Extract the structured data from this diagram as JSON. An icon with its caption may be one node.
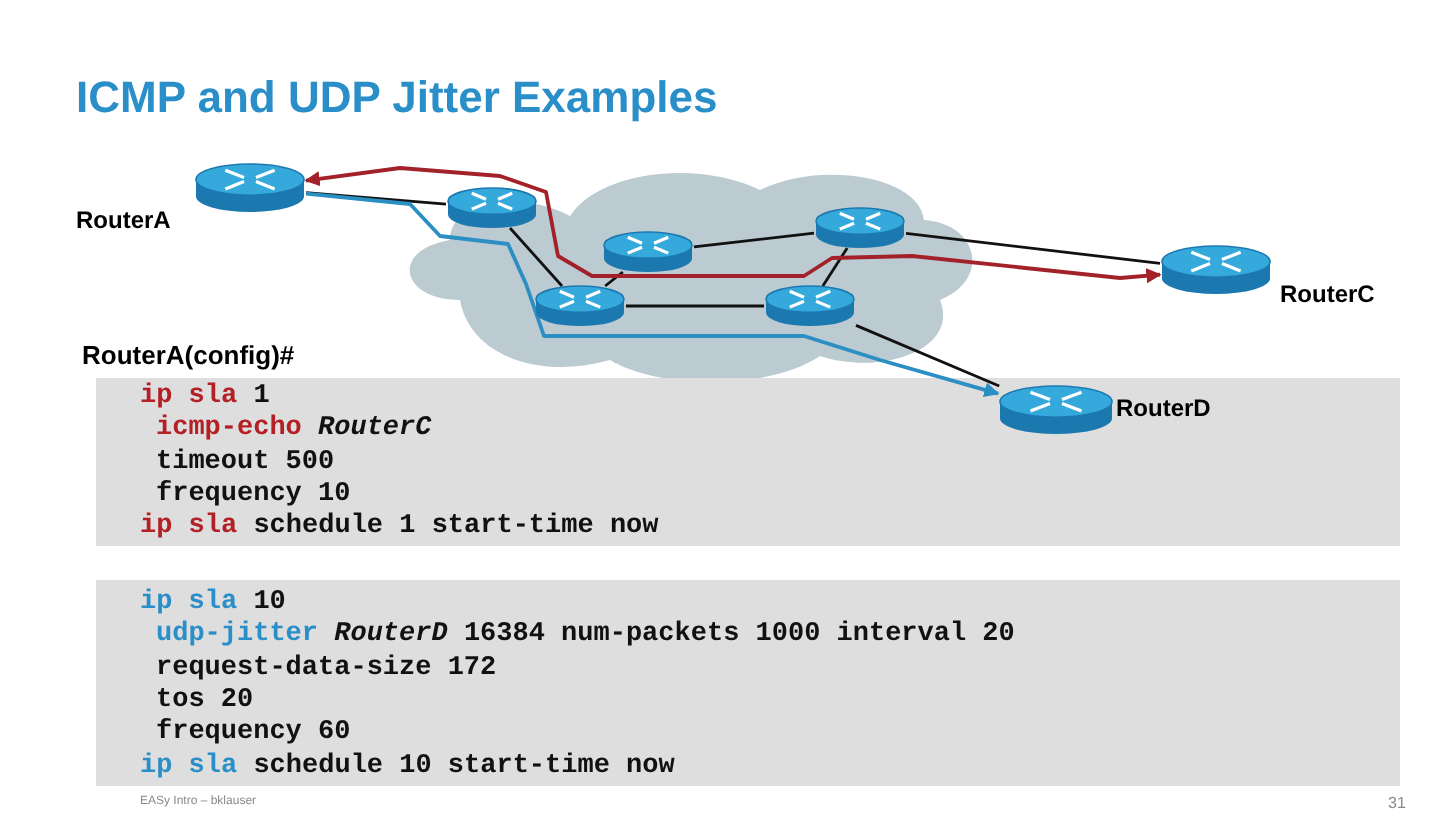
{
  "diagram": {
    "title": "ICMP and UDP Jitter Examples",
    "nodes": [
      {
        "text": [
          "RouterA"
        ]
      },
      {
        "text": [],
        "shape": "picture"
      },
      {
        "text": [],
        "shape": "picture"
      },
      {
        "text": [],
        "shape": "picture"
      },
      {
        "text": [],
        "shape": "picture"
      },
      {
        "text": [],
        "shape": "picture"
      },
      {
        "text": [
          "RouterC"
        ]
      },
      {
        "text": [
          "RouterD"
        ]
      }
    ],
    "edges": [
      {
        "from": 0,
        "to": 1,
        "arrow": "none"
      },
      {
        "from": 1,
        "to": 4,
        "arrow": "none"
      },
      {
        "from": 4,
        "to": 2,
        "arrow": "none"
      },
      {
        "from": 2,
        "to": 3,
        "arrow": "none"
      },
      {
        "from": 4,
        "to": 5,
        "arrow": "none"
      },
      {
        "from": 3,
        "to": 5,
        "arrow": "none"
      },
      {
        "from": 3,
        "to": 6,
        "arrow": "none"
      },
      {
        "from": 5,
        "to": 7,
        "arrow": "none"
      },
      {
        "from": 0,
        "to": 6,
        "arrow": "both",
        "color": "#a3222a"
      },
      {
        "from": 0,
        "to": 7,
        "arrow": "to",
        "color": "#2b8fc4"
      }
    ],
    "labels": [
      "RouterA(config)#",
      "ip sla 1",
      "icmp-echo *RouterC*",
      "timeout 500",
      "frequency 10",
      "ip sla schedule 1 start-time now",
      "ip sla 10",
      "udp-jitter *RouterD* 16384 num-packets 1000 interval 20",
      "request-data-size 172",
      "tos 20",
      "frequency 60",
      "ip sla schedule 10 start-time now",
      "EASy Intro – bklauser",
      "31"
    ]
  }
}
